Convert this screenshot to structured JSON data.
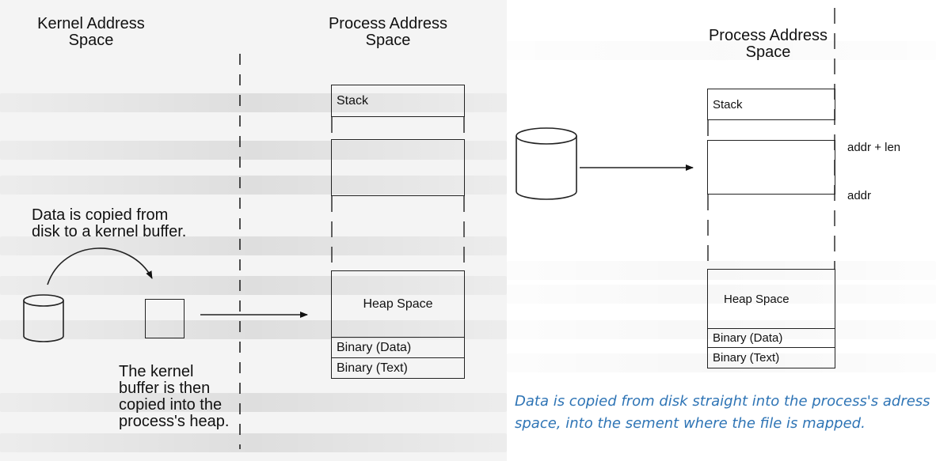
{
  "left_diagram": {
    "kernel_title": "Kernel Address\nSpace",
    "process_title": "Process Address\nSpace",
    "note_top": "Data is copied from\ndisk to a kernel buffer.",
    "note_bottom": "The kernel\nbuffer is then\ncopied into the\nprocess's heap.",
    "segments": {
      "stack": "Stack",
      "heap": "Heap Space",
      "binary_data": "Binary (Data)",
      "binary_text": "Binary (Text)"
    }
  },
  "right_diagram": {
    "process_title": "Process Address\nSpace",
    "label_addr_len": "addr + len",
    "label_addr": "addr",
    "segments": {
      "stack": "Stack",
      "heap": "Heap Space",
      "binary_data": "Binary (Data)",
      "binary_text": "Binary (Text)"
    },
    "caption": "Data is copied from disk straight into the process's adress space, into the sement where the file is mapped."
  },
  "colors": {
    "caption": "#2e74b5",
    "ink": "#111111"
  }
}
